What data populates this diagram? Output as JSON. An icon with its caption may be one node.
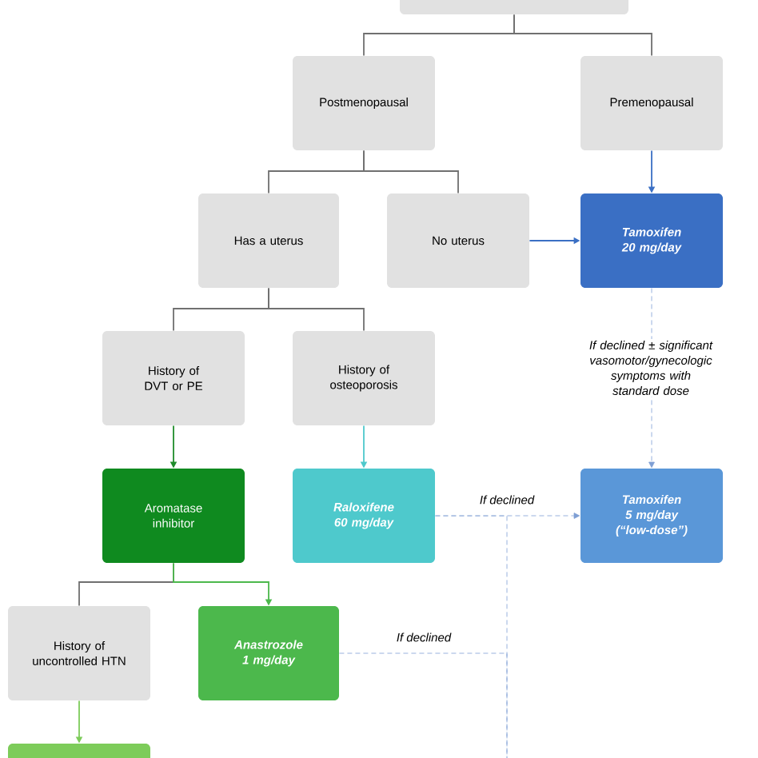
{
  "diagram": {
    "nodes": [
      {
        "text": [],
        "shape": "box"
      },
      {
        "text": [
          "Postmenopausal"
        ]
      },
      {
        "text": [
          "Premenopausal"
        ]
      },
      {
        "text": [
          "Has a uterus"
        ]
      },
      {
        "text": [
          "No uterus"
        ]
      },
      {
        "text": [
          "Tamoxifen",
          "20 mg/day"
        ]
      },
      {
        "text": [
          "History of DVT or PE"
        ]
      },
      {
        "text": [
          "History of osteoporosis"
        ]
      },
      {
        "text": [
          "Aromatase inhibitor"
        ]
      },
      {
        "text": [
          "Raloxifene",
          "60 mg/day"
        ]
      },
      {
        "text": [
          "Tamoxifen",
          "5 mg/day",
          "(“low-dose”)"
        ]
      },
      {
        "text": [
          "History of uncontrolled HTN"
        ]
      },
      {
        "text": [
          "Anastrozole",
          "1 mg/day"
        ]
      },
      {
        "text": [],
        "shape": "box"
      }
    ],
    "edges": [
      {
        "from": 0,
        "to": 1,
        "arrow": "none"
      },
      {
        "from": 0,
        "to": 2,
        "arrow": "none"
      },
      {
        "from": 1,
        "to": 3,
        "arrow": "none"
      },
      {
        "from": 1,
        "to": 4,
        "arrow": "none"
      },
      {
        "from": 2,
        "to": 5,
        "arrow": "to",
        "color": "#3a6fc4"
      },
      {
        "from": 4,
        "to": 5,
        "arrow": "to",
        "color": "#3a6fc4"
      },
      {
        "from": 3,
        "to": 6,
        "arrow": "none"
      },
      {
        "from": 3,
        "to": 7,
        "arrow": "none"
      },
      {
        "from": 5,
        "to": 10,
        "arrow": "to",
        "style": "dashed",
        "color": "#7f9fd4",
        "label": "If declined ± significant vasomotor/gynecologic symptoms with standard dose"
      },
      {
        "from": 6,
        "to": 8,
        "arrow": "to",
        "color": "#1e8c2a"
      },
      {
        "from": 7,
        "to": 9,
        "arrow": "to",
        "color": "#4ec9cc"
      },
      {
        "from": 9,
        "to": 10,
        "arrow": "to",
        "style": "dashed",
        "color": "#7f9fd4",
        "label": "If declined"
      },
      {
        "from": 9,
        "to": null,
        "arrow": "none",
        "style": "dashed",
        "color": "#7f9fd4"
      },
      {
        "from": 8,
        "to": 11,
        "arrow": "none"
      },
      {
        "from": 8,
        "to": 12,
        "arrow": "to",
        "color": "#4cb84c"
      },
      {
        "from": 12,
        "to": null,
        "arrow": "none",
        "style": "dashed",
        "color": "#7f9fd4",
        "label": "If declined"
      },
      {
        "from": 11,
        "to": 13,
        "arrow": "to",
        "color": "#7dcc5a"
      }
    ]
  }
}
